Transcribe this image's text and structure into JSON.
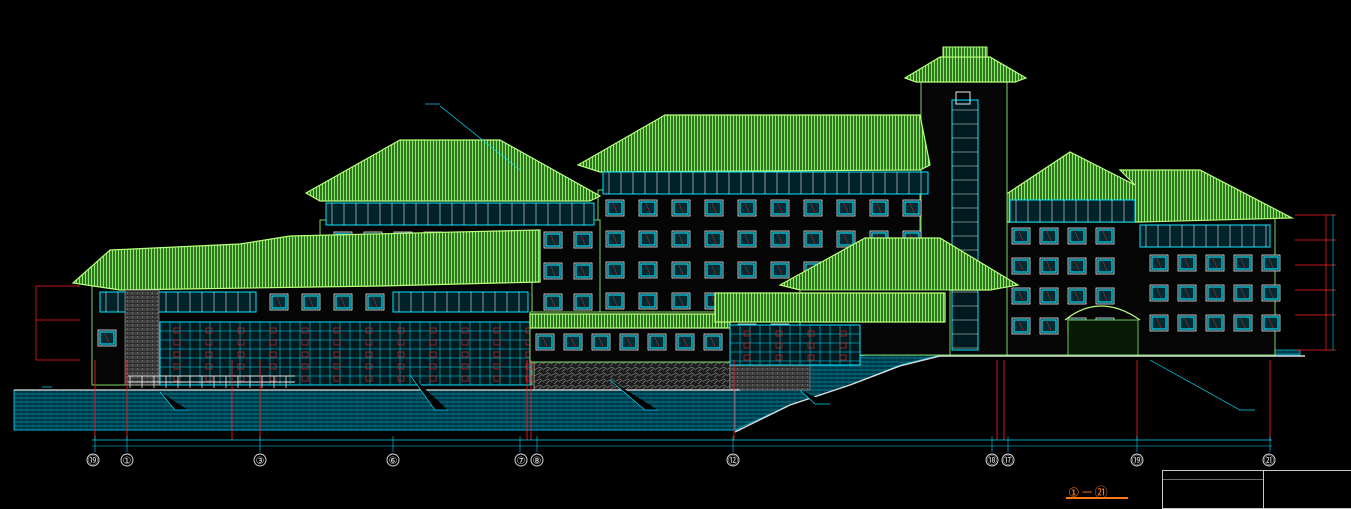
{
  "view_title": "①－㉑",
  "grid_axes": [
    "⑲",
    "①",
    "③",
    "⑥",
    "⑦",
    "⑧",
    "⑫",
    "⑱",
    "⑰",
    "⑲",
    "㉑"
  ],
  "colors": {
    "background": "#000000",
    "roof": "#86f06e",
    "roof_edge": "#b8ff7a",
    "wall_edge": "#86f06e",
    "window": "#00e6ff",
    "window_frame": "#e8e8e8",
    "red_line": "#ff2020",
    "cyan_line": "#00d8ff",
    "ground_hatch": "#00b4d8",
    "title": "#ff7a1a"
  }
}
